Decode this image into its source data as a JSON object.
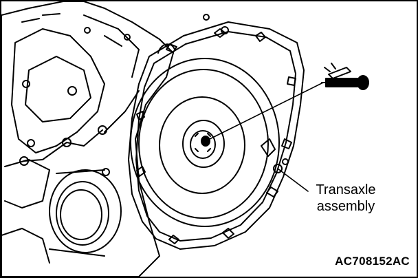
{
  "figure": {
    "callout_label_line1": "Transaxle",
    "callout_label_line2": "assembly",
    "figure_id": "AC708152AC"
  },
  "icons": {
    "tool": "grease-gun-icon",
    "part": "transaxle-assembly-drawing"
  },
  "colors": {
    "line": "#000000",
    "background": "#ffffff"
  }
}
